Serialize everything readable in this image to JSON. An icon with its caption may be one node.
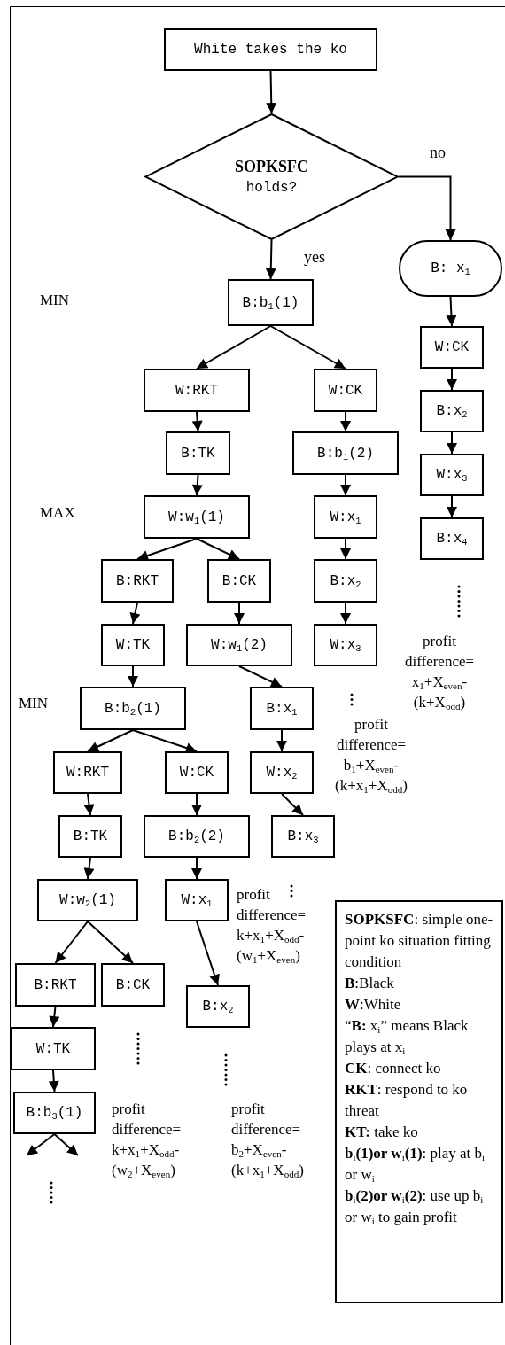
{
  "diagram": {
    "nodes": [
      {
        "text": [
          "White takes the ko"
        ]
      },
      {
        "text": [
          "**SOPKSFC** holds?"
        ]
      },
      {
        "text": [
          "B: x$_{1}$"
        ]
      },
      {
        "text": [
          "B:b$_{1}$(1)"
        ]
      },
      {
        "text": [
          "W:CK"
        ]
      },
      {
        "text": [
          "W:RKT"
        ]
      },
      {
        "text": [
          "W:CK"
        ]
      },
      {
        "text": [
          "B:x$_{2}$"
        ]
      },
      {
        "text": [
          "B:TK"
        ]
      },
      {
        "text": [
          "B:b$_{1}$(2)"
        ]
      },
      {
        "text": [
          "W:x$_{3}$"
        ]
      },
      {
        "text": [
          "W:w$_{1}$(1)"
        ]
      },
      {
        "text": [
          "W:x$_{1}$"
        ]
      },
      {
        "text": [
          "B:x$_{4}$"
        ]
      },
      {
        "text": [
          "B:RKT"
        ]
      },
      {
        "text": [
          "B:CK"
        ]
      },
      {
        "text": [
          "B:x$_{2}$"
        ]
      },
      {
        "text": [
          "W:TK"
        ]
      },
      {
        "text": [
          "W:w$_{1}$(2)"
        ]
      },
      {
        "text": [
          "W:x$_{3}$"
        ]
      },
      {
        "text": [
          "B:b$_{2}$(1)"
        ]
      },
      {
        "text": [
          "B:x$_{1}$"
        ]
      },
      {
        "text": [
          "W:RKT"
        ]
      },
      {
        "text": [
          "W:CK"
        ]
      },
      {
        "text": [
          "W:x$_{2}$"
        ]
      },
      {
        "text": [
          "B:TK"
        ]
      },
      {
        "text": [
          "B:b$_{2}$(2)"
        ]
      },
      {
        "text": [
          "B:x$_{3}$"
        ]
      },
      {
        "text": [
          "W:w$_{2}$(1)"
        ]
      },
      {
        "text": [
          "W:x$_{1}$"
        ]
      },
      {
        "text": [
          "**SOPKSFC**: simple one-point ko situation fitting condition",
          "**B**:Black",
          "**W**:White",
          "“**B:** x$_{i}$” means Black plays at x$_{i}$",
          "**CK**: connect ko",
          "**RKT**: respond to ko threat",
          "**KT:** take ko",
          "**b**$_{i}$**(1)or w**$_{i}$**(1)**: play at b$_{i}$ or w$_{i}$",
          "**b**$_{i}$**(2)or w**$_{i}$**(2)**: use up b$_{i}$ or w$_{i}$ to gain profit"
        ]
      },
      {
        "text": [
          "B:RKT"
        ]
      },
      {
        "text": [
          "B:CK"
        ]
      },
      {
        "text": [
          "B:x$_{2}$"
        ]
      },
      {
        "text": [
          "W:TK"
        ]
      },
      {
        "text": [
          "B:b$_{3}$(1)"
        ]
      }
    ],
    "edges": [
      {
        "from": 0,
        "to": 1,
        "arrow": "to"
      },
      {
        "from": 1,
        "to": 2,
        "arrow": "to",
        "label": "no"
      },
      {
        "from": 1,
        "to": 3,
        "arrow": "to",
        "label": "yes"
      },
      {
        "from": 3,
        "to": 5,
        "arrow": "to"
      },
      {
        "from": 3,
        "to": 6,
        "arrow": "to"
      },
      {
        "from": 2,
        "to": 4,
        "arrow": "to"
      },
      {
        "from": 4,
        "to": 7,
        "arrow": "to"
      },
      {
        "from": 7,
        "to": 10,
        "arrow": "to"
      },
      {
        "from": 10,
        "to": 13,
        "arrow": "to"
      },
      {
        "from": 5,
        "to": 8,
        "arrow": "to"
      },
      {
        "from": 8,
        "to": 11,
        "arrow": "to"
      },
      {
        "from": 6,
        "to": 9,
        "arrow": "to"
      },
      {
        "from": 9,
        "to": 12,
        "arrow": "to"
      },
      {
        "from": 12,
        "to": 16,
        "arrow": "to"
      },
      {
        "from": 16,
        "to": 19,
        "arrow": "to"
      },
      {
        "from": 11,
        "to": 14,
        "arrow": "to"
      },
      {
        "from": 11,
        "to": 15,
        "arrow": "to"
      },
      {
        "from": 14,
        "to": 17,
        "arrow": "to"
      },
      {
        "from": 15,
        "to": 18,
        "arrow": "to"
      },
      {
        "from": 18,
        "to": 21,
        "arrow": "to"
      },
      {
        "from": 17,
        "to": 20,
        "arrow": "to"
      },
      {
        "from": 20,
        "to": 22,
        "arrow": "to"
      },
      {
        "from": 20,
        "to": 23,
        "arrow": "to"
      },
      {
        "from": 21,
        "to": 24,
        "arrow": "to"
      },
      {
        "from": 24,
        "to": 27,
        "arrow": "to"
      },
      {
        "from": 22,
        "to": 25,
        "arrow": "to"
      },
      {
        "from": 23,
        "to": 26,
        "arrow": "to"
      },
      {
        "from": 25,
        "to": 28,
        "arrow": "to"
      },
      {
        "from": 26,
        "to": 29,
        "arrow": "to"
      },
      {
        "from": 28,
        "to": 31,
        "arrow": "to"
      },
      {
        "from": 28,
        "to": 32,
        "arrow": "to"
      },
      {
        "from": 29,
        "to": 33,
        "arrow": "to"
      },
      {
        "from": 31,
        "to": 34,
        "arrow": "to"
      },
      {
        "from": 34,
        "to": 35,
        "arrow": "to"
      },
      {
        "from": 35,
        "to": null,
        "arrow": "to"
      },
      {
        "from": 35,
        "to": null,
        "arrow": "to"
      }
    ],
    "labels": [
      "MIN",
      "MAX",
      "profit difference= x$_{1}$+X$_{even}$- (k+X$_{odd}$)",
      "MIN",
      "profit difference= b$_{1}$+X$_{even}$- (k+x$_{1}$+X$_{odd}$)",
      "profit difference= k+x$_{1}$+X$_{odd}$- (w$_{1}$+X$_{even}$)",
      "profit difference= k+x$_{1}$+X$_{odd}$- (w$_{2}$+X$_{even}$)",
      "profit difference= b$_{2}$+X$_{even}$- (k+x$_{1}$+X$_{odd}$)"
    ]
  }
}
